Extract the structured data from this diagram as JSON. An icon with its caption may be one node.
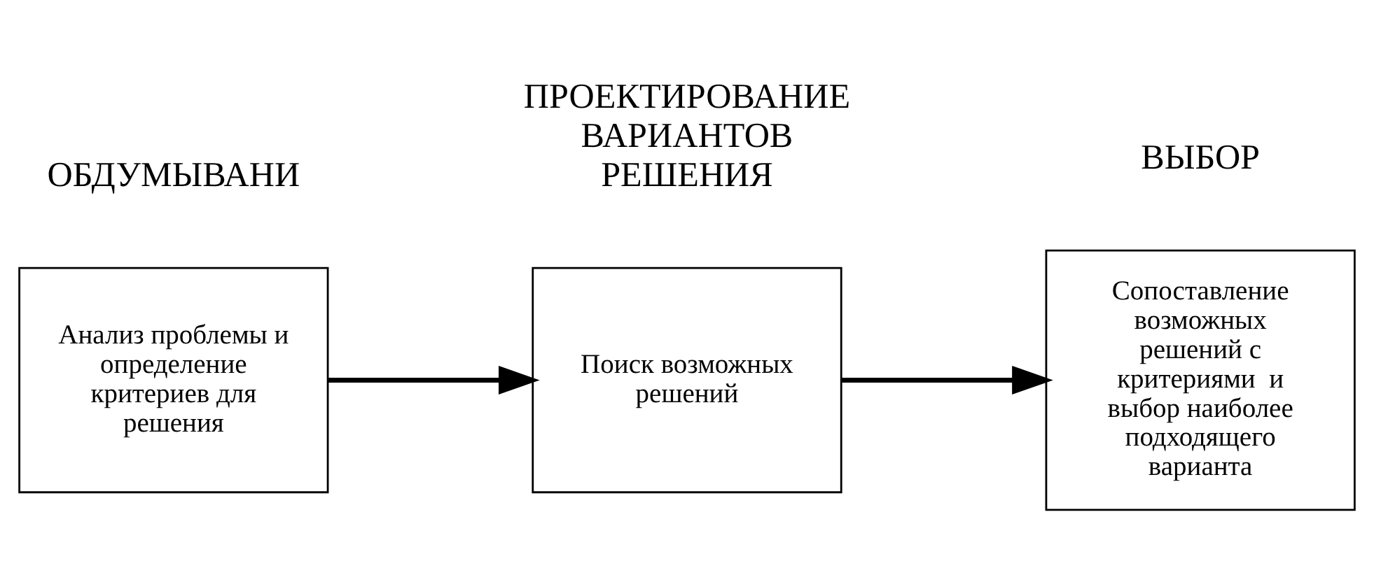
{
  "diagram": {
    "nodes": [
      {
        "text": [
          "Анализ проблемы и определение критериев для решения"
        ]
      },
      {
        "text": [
          "Поиск возможных решений"
        ]
      },
      {
        "text": [
          "Сопоставление возможных решений с критериями  и выбор наиболее подходящего варианта"
        ]
      }
    ],
    "edges": [
      {
        "from": 0,
        "to": 1,
        "arrow": "to"
      },
      {
        "from": 1,
        "to": 2,
        "arrow": "to"
      }
    ],
    "labels": [
      "ОБДУМЫВАНИ",
      "ПРОЕКТИРОВАНИЕ ВАРИАНТОВ РЕШЕНИЯ",
      "ВЫБОР"
    ]
  }
}
